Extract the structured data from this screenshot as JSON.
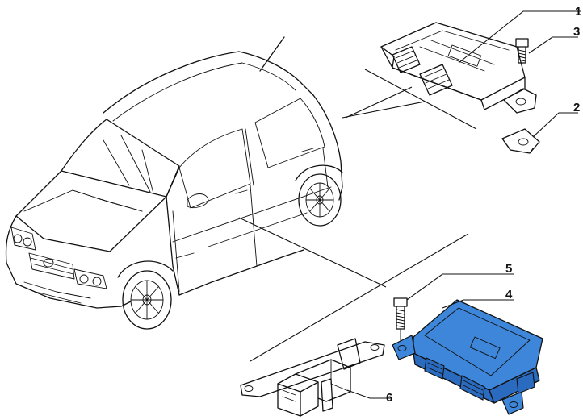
{
  "callouts": {
    "c1": "1",
    "c2": "2",
    "c3": "3",
    "c4": "4",
    "c5": "5",
    "c6": "6"
  },
  "colors": {
    "line": "#111111",
    "module_blue": "#3d86d9",
    "module_blue_dark": "#2a6bbf",
    "background": "#ffffff"
  }
}
